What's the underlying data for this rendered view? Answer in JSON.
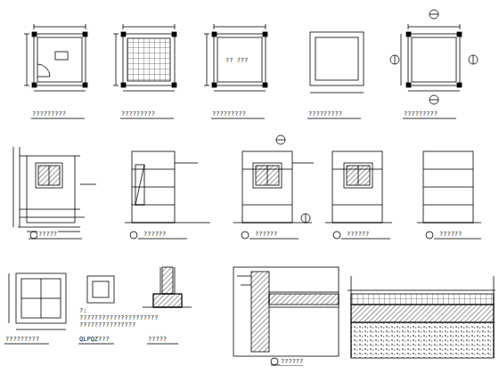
{
  "diagram": {
    "labels": [
      "?????????",
      "?????????",
      "?????????",
      "?????????",
      "?????????",
      "?????",
      "??????",
      "??????",
      "??????",
      "??????",
      "?????????",
      "QLPQZ???",
      "?????",
      "??????",
      "?? ???",
      "?:",
      "?????????????????????",
      "???????????????"
    ]
  }
}
